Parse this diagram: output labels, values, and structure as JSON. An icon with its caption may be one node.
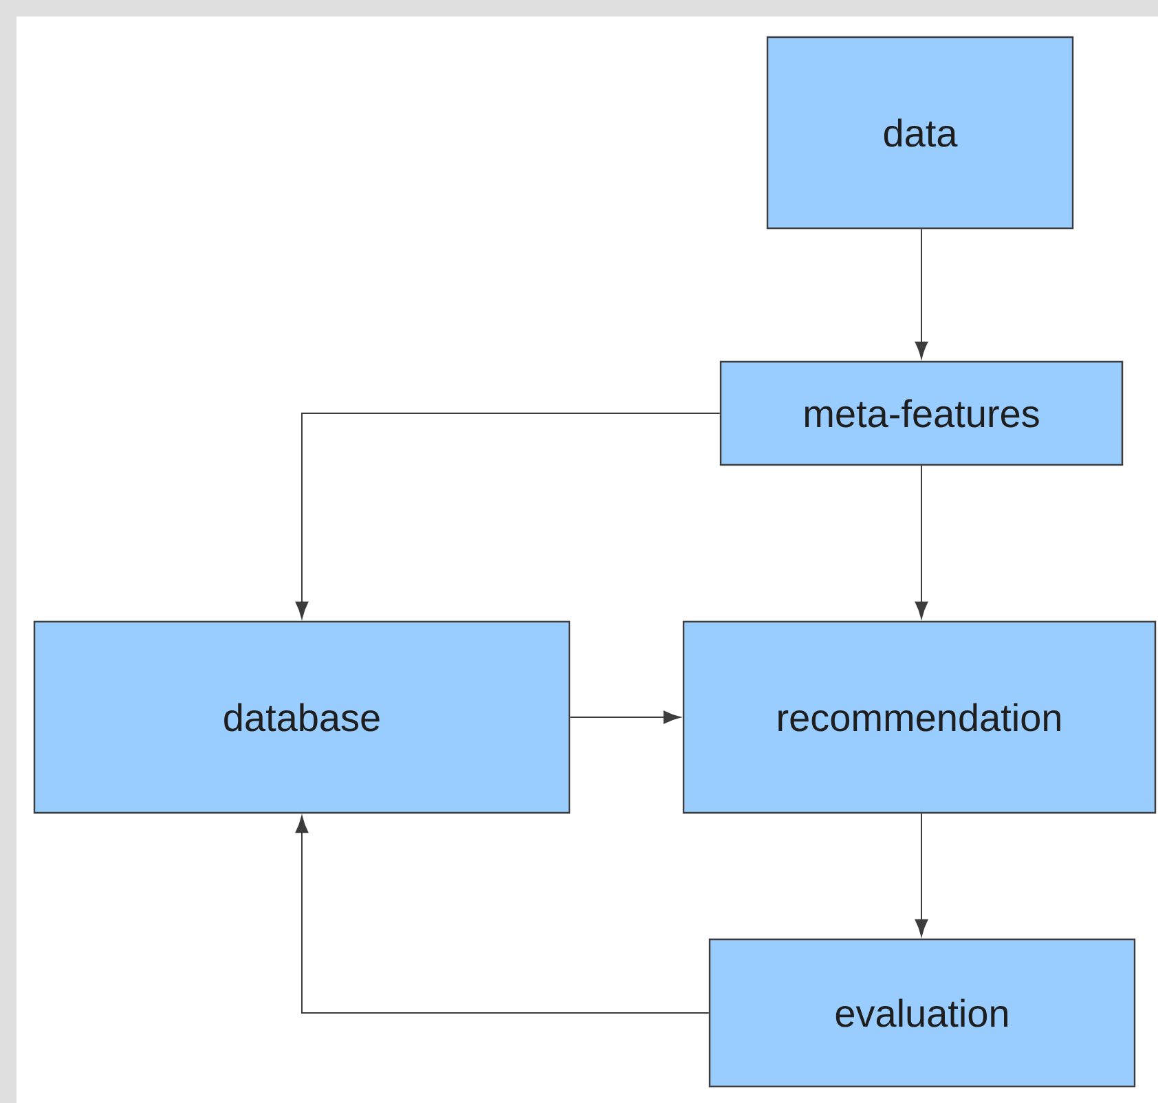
{
  "diagram": {
    "nodes": [
      {
        "text": [
          "data"
        ]
      },
      {
        "text": [
          "meta-features"
        ]
      },
      {
        "text": [
          "database"
        ]
      },
      {
        "text": [
          "recommendation"
        ]
      },
      {
        "text": [
          "evaluation"
        ]
      }
    ],
    "edges": [
      {
        "from": 0,
        "to": 1,
        "arrow": "to"
      },
      {
        "from": 1,
        "to": 2,
        "arrow": "to"
      },
      {
        "from": 1,
        "to": 3,
        "arrow": "to"
      },
      {
        "from": 2,
        "to": 3,
        "arrow": "to"
      },
      {
        "from": 3,
        "to": 4,
        "arrow": "to"
      },
      {
        "from": 4,
        "to": 2,
        "arrow": "to"
      }
    ]
  }
}
